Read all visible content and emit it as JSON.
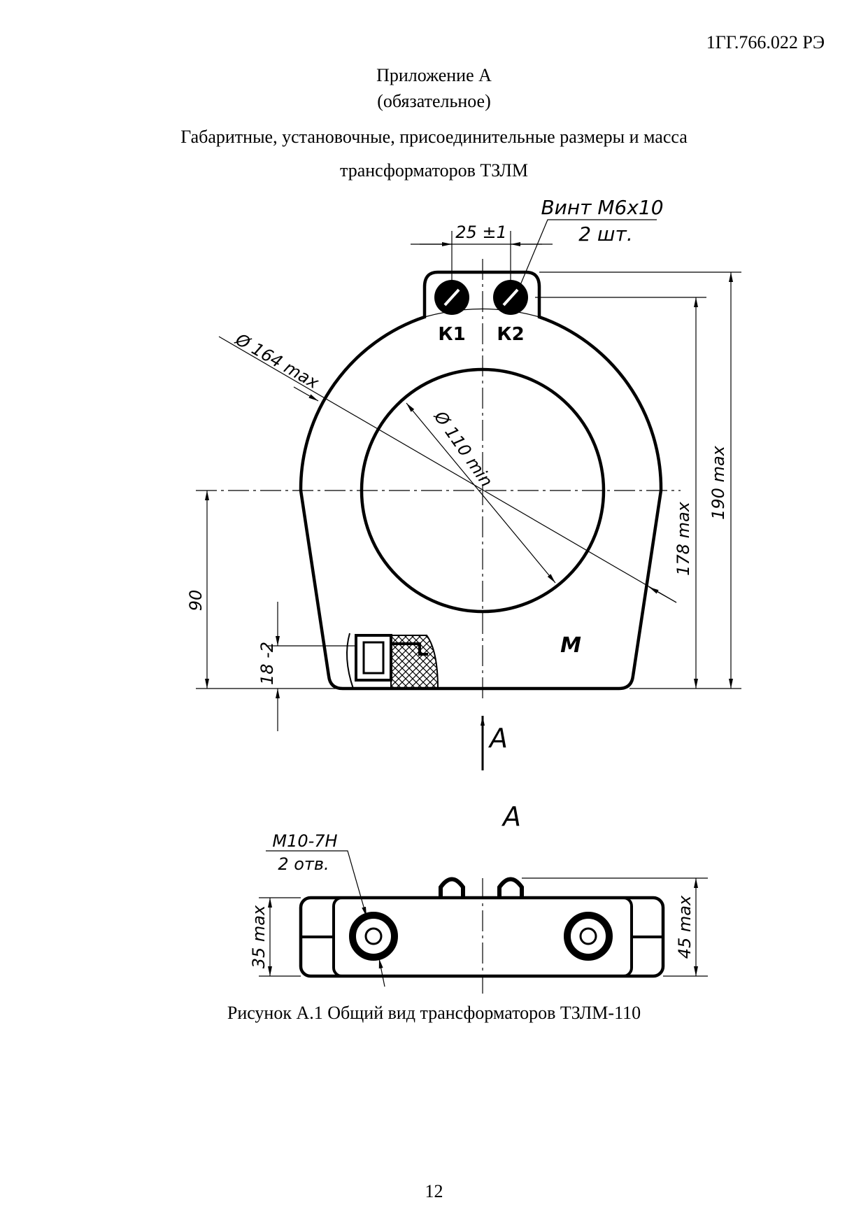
{
  "header": {
    "doc_code": "1ГГ.766.022 РЭ"
  },
  "appendix": {
    "title": "Приложение А",
    "note": "(обязательное)"
  },
  "section": {
    "title_line1": "Габаритные, установочные, присоединительные размеры и масса",
    "title_line2": "трансформаторов ТЗЛМ"
  },
  "drawing": {
    "dim_spacing": "25 ±1",
    "screw_label": "Винт М6х10",
    "screw_qty": "2 шт.",
    "outer_diameter": "Ø 164 max",
    "inner_diameter": "Ø 110 min",
    "height_190": "190 max",
    "height_178": "178 max",
    "center_height": "90",
    "connector_height": "18 -2",
    "terminal_k1": "К1",
    "terminal_k2": "К2",
    "logo": "М",
    "view_arrow": "А",
    "view_label": "А",
    "thread_label": "М10-7Н",
    "thread_qty": "2 отв.",
    "width_35": "35 max",
    "width_45": "45 max"
  },
  "figure": {
    "caption": "Рисунок А.1 Общий вид трансформаторов ТЗЛМ-110"
  },
  "footer": {
    "page_number": "12"
  }
}
